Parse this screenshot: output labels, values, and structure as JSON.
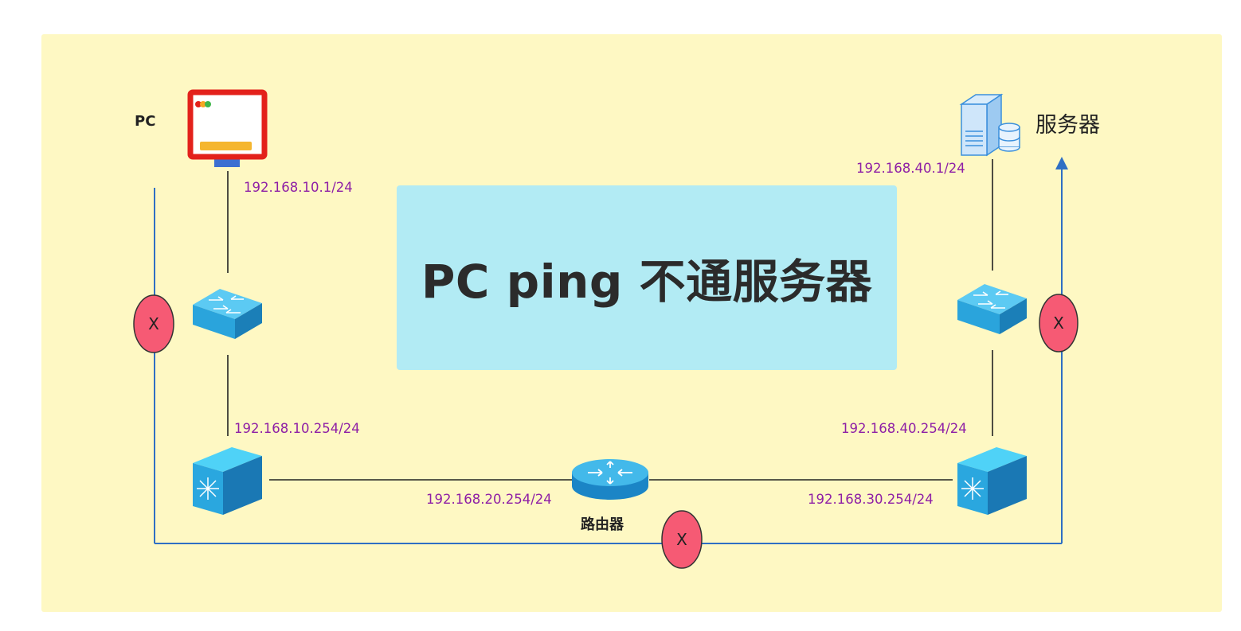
{
  "title": "PC ping 不通服务器",
  "pc": {
    "label": "PC",
    "ip": "192.168.10.1/24"
  },
  "server": {
    "label": "服务器",
    "ip": "192.168.40.1/24"
  },
  "left_l3_switch": {
    "ip": "192.168.10.254/24"
  },
  "right_l3_switch": {
    "ip": "192.168.40.254/24"
  },
  "router": {
    "label": "路由器",
    "ip_left": "192.168.20.254/24",
    "ip_right": "192.168.30.254/24"
  },
  "fail_marks": [
    "X",
    "X",
    "X"
  ],
  "colors": {
    "background": "#fef8c3",
    "title_box": "#b2ebf4",
    "ip_text": "#8e1fa6",
    "path_line": "#2f6fc4",
    "fail_mark_fill": "#f65a74",
    "pc_frame": "#e3211b"
  }
}
